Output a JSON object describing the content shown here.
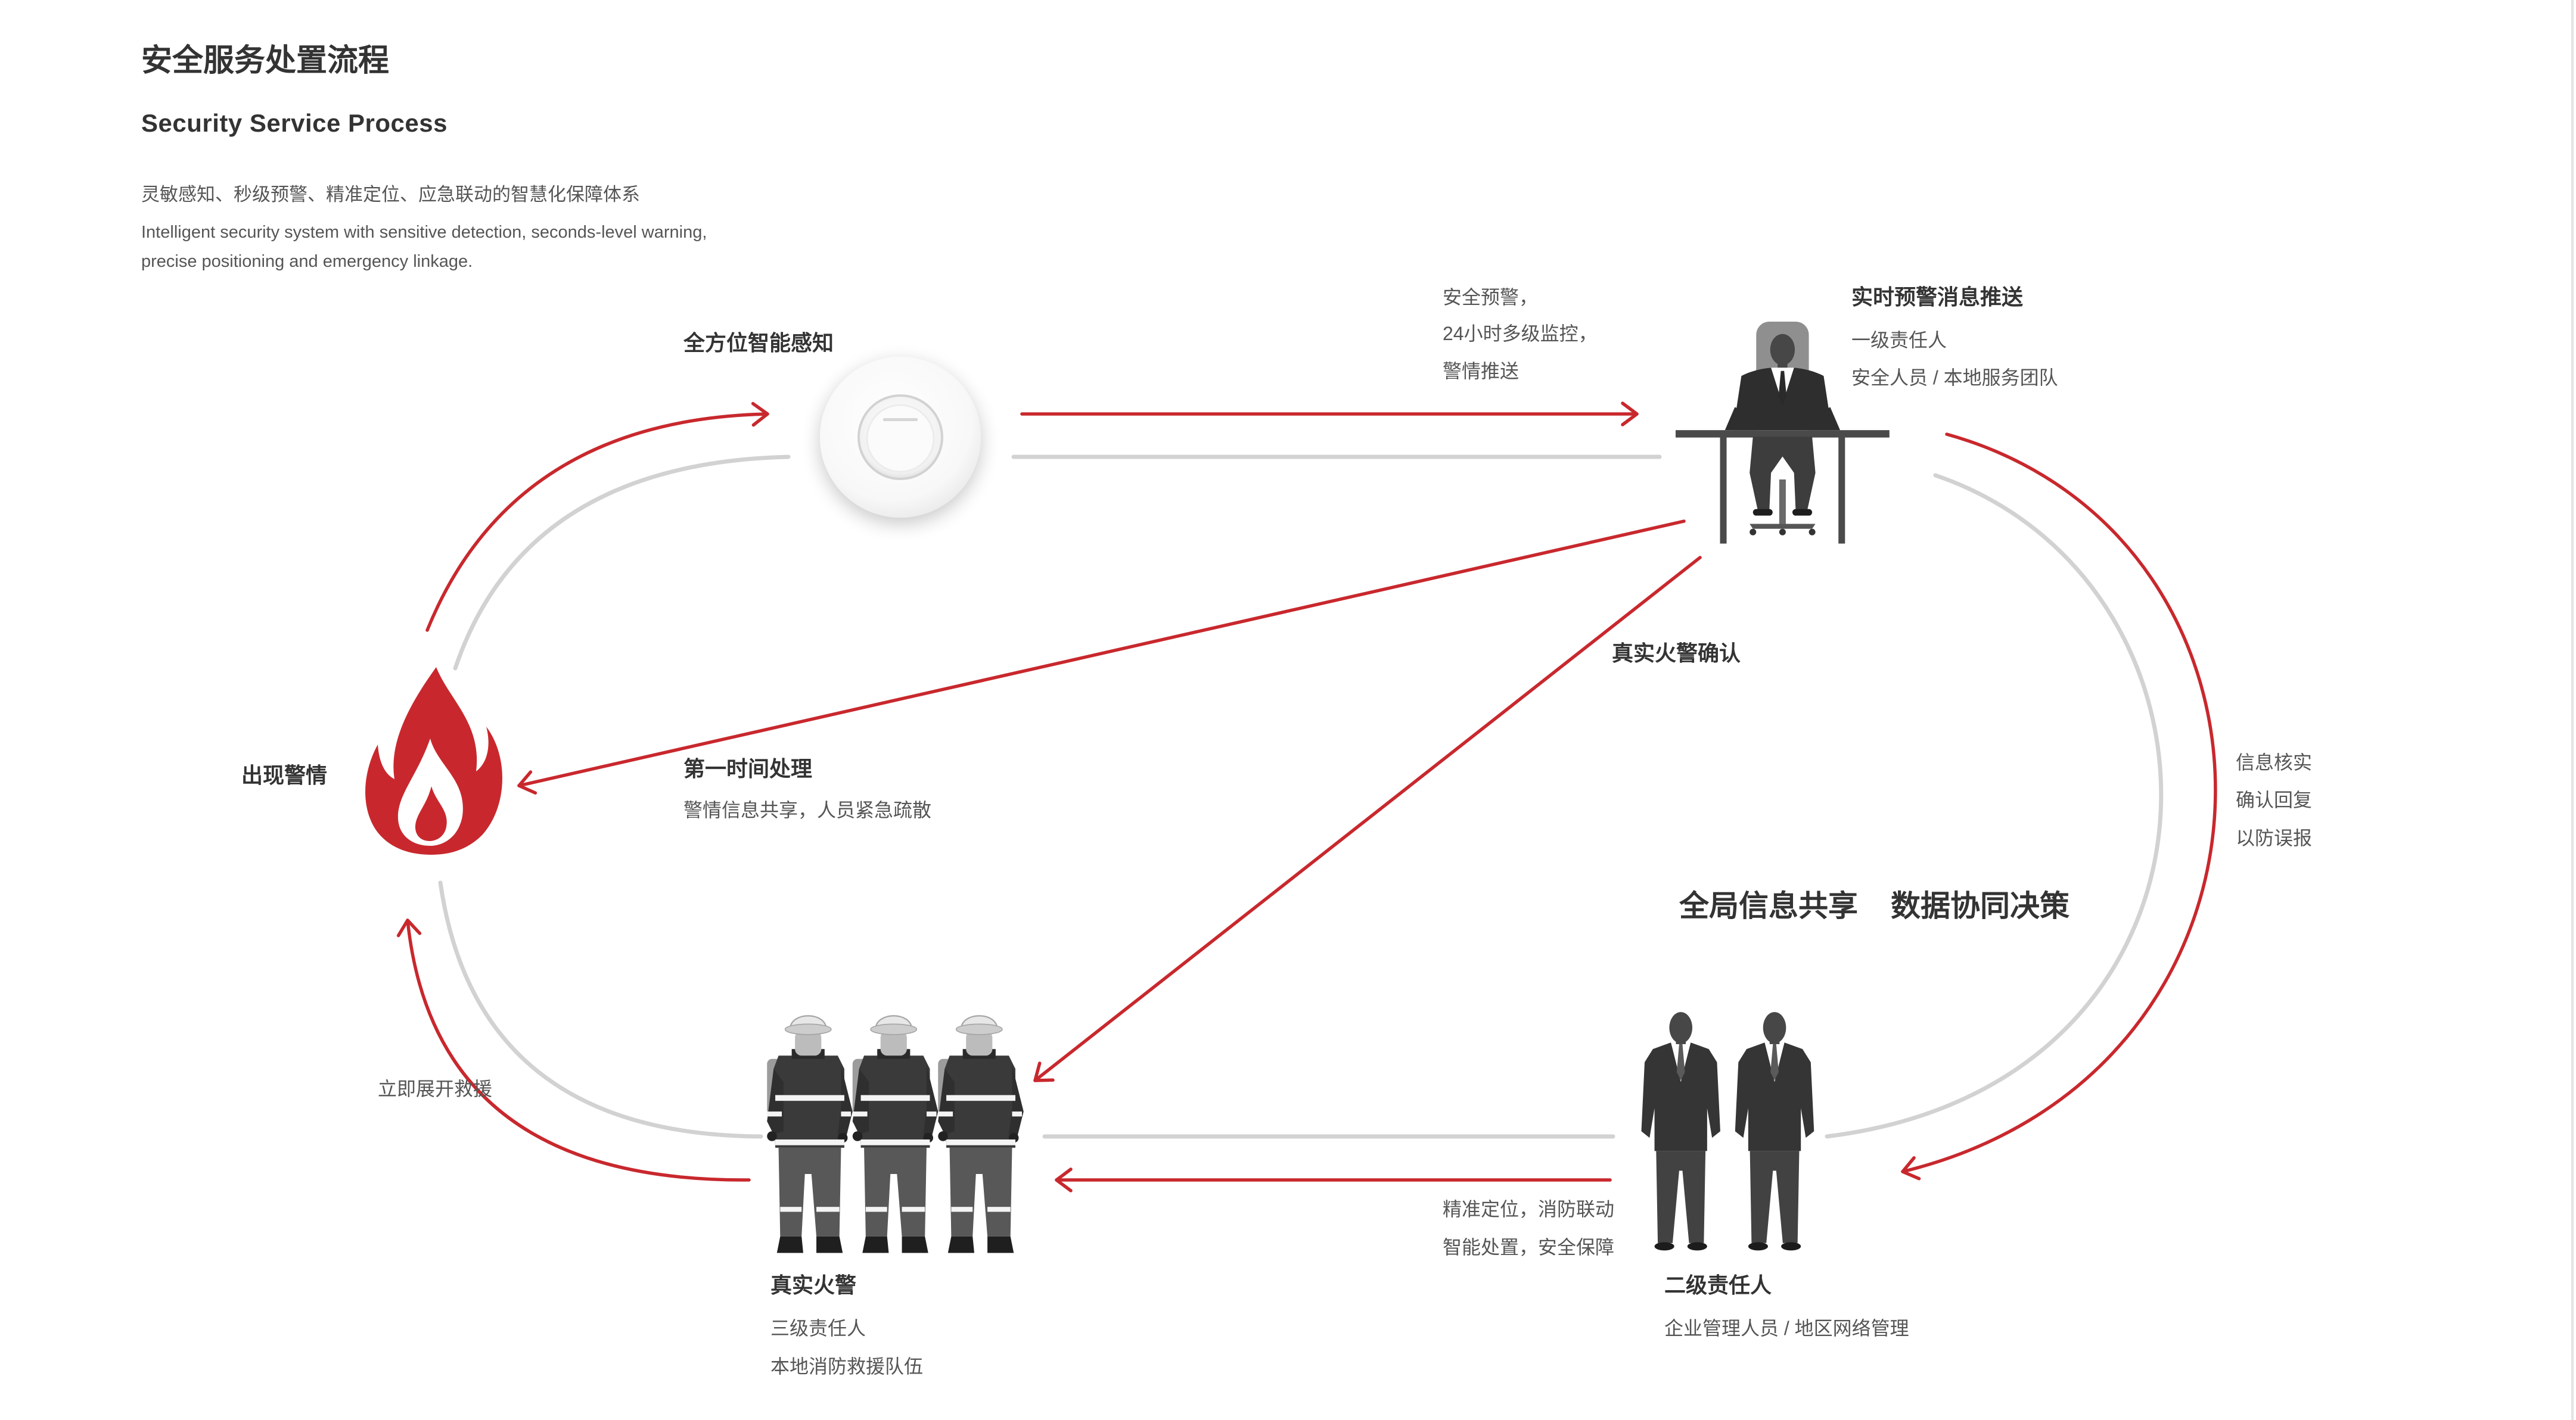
{
  "header": {
    "title": "安全服务处置流程",
    "title_en": "Security Service Process",
    "tagline": "灵敏感知、秒级预警、精准定位、应急联动的智慧化保障体系",
    "tagline_en": [
      "Intelligent security system with sensitive detection, seconds-level warning,",
      "precise positioning and emergency linkage."
    ]
  },
  "stages": {
    "sensing": {
      "label": "全方位智能感知",
      "icon": "smoke-sensor-icon"
    },
    "alert_push": {
      "label": "实时预警消息推送",
      "lines": [
        "一级责任人",
        "安全人员 / 本地服务团队"
      ],
      "icon": "manager-at-desk-icon"
    },
    "alarm": {
      "label": "出现警情",
      "icon": "fire-icon"
    },
    "fire_rescue": {
      "label": "真实火警",
      "lines": [
        "三级责任人",
        "本地消防救援队伍"
      ],
      "icon": "firefighters-icon"
    },
    "management": {
      "label": "二级责任人",
      "lines": [
        "企业管理人员 / 地区网络管理"
      ],
      "icon": "managers-icon"
    }
  },
  "steps": {
    "warning": [
      "安全预警，",
      "24小时多级监控，",
      "警情推送"
    ],
    "confirm": "真实火警确认",
    "first_response": {
      "label": "第一时间处理",
      "detail": "警情信息共享，人员紧急疏散"
    },
    "verify": [
      "信息核实",
      "确认回复",
      "以防误报"
    ],
    "rescue": "立即展开救援",
    "linkage": [
      "精准定位，消防联动",
      "智能处置，安全保障"
    ]
  },
  "slogan": [
    "全局信息共享",
    "数据协同决策"
  ],
  "colors": {
    "accent": "#c8282d",
    "track": "#d2d2d2",
    "heading": "#333333",
    "body": "#555555"
  }
}
